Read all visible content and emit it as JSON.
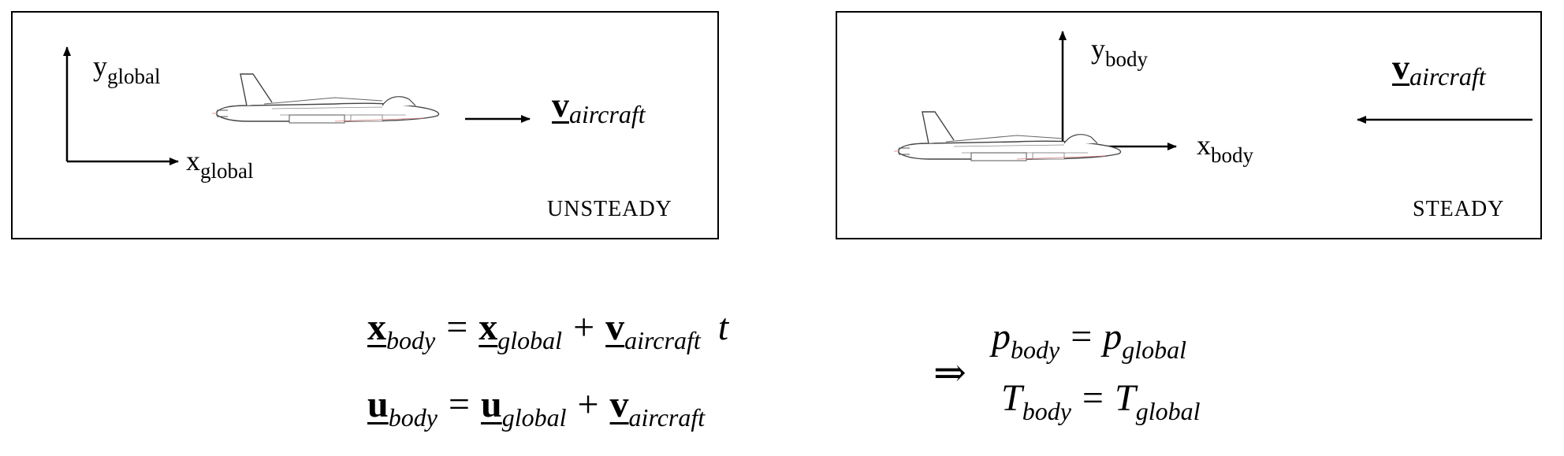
{
  "panels": {
    "unsteady": {
      "label": "UNSTEADY",
      "y_axis_label": "y",
      "y_axis_sub": "global",
      "x_axis_label": "x",
      "x_axis_sub": "global",
      "velocity_symbol": "v",
      "velocity_sub": "aircraft"
    },
    "steady": {
      "label": "STEADY",
      "y_axis_label": "y",
      "y_axis_sub": "body",
      "x_axis_label": "x",
      "x_axis_sub": "body",
      "velocity_symbol": "v",
      "velocity_sub": "aircraft"
    }
  },
  "equations": {
    "eq1": {
      "lhs": "x",
      "lhs_sub": "body",
      "op": "=",
      "a": "x",
      "a_sub": "global",
      "plus": "+",
      "b": "v",
      "b_sub": "aircraft",
      "t": "t"
    },
    "eq2": {
      "lhs": "u",
      "lhs_sub": "body",
      "op": "=",
      "a": "u",
      "a_sub": "global",
      "plus": "+",
      "b": "v",
      "b_sub": "aircraft"
    },
    "implies": "⇒",
    "eq3": {
      "lhs": "p",
      "lhs_sub": "body",
      "op": "=",
      "rhs": "p",
      "rhs_sub": "global"
    },
    "eq4": {
      "lhs": "T",
      "lhs_sub": "body",
      "op": "=",
      "rhs": "T",
      "rhs_sub": "global"
    }
  },
  "icons": [
    "aircraft-icon",
    "arrow-icon"
  ]
}
